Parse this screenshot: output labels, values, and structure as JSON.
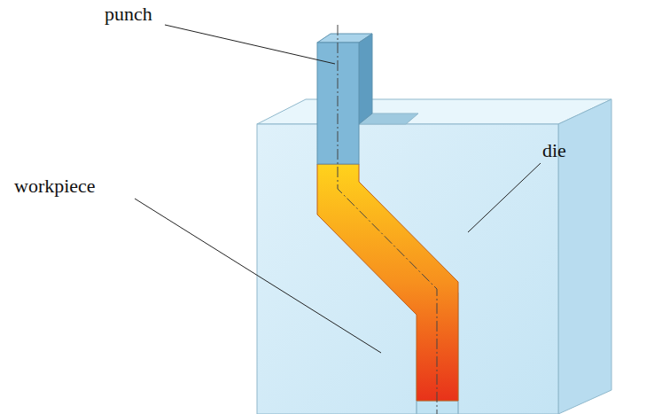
{
  "diagram": {
    "labels": [
      "punch",
      "die",
      "workpiece"
    ]
  }
}
